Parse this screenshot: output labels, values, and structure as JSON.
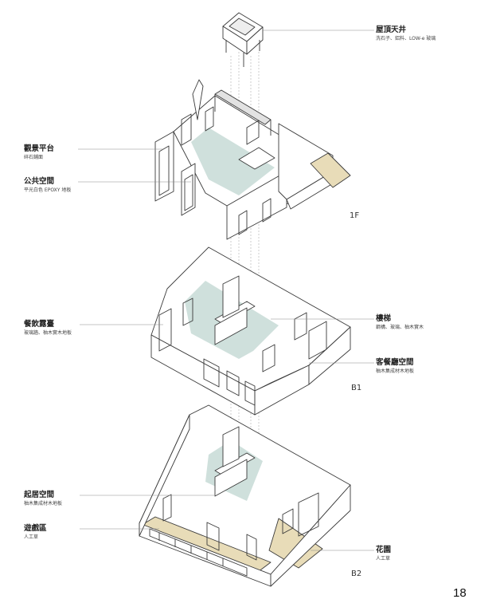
{
  "annotations": [
    {
      "id": "roof-skylight",
      "title": "屋頂天井",
      "detail": "洗石子、鋁料、LOW-e 玻璃"
    },
    {
      "id": "view-terrace",
      "title": "觀景平台",
      "detail": "碎石鋪面"
    },
    {
      "id": "public-space",
      "title": "公共空間",
      "detail": "平光白色 EPOXY 地板"
    },
    {
      "id": "dining-terrace",
      "title": "餐飲露臺",
      "detail": "玻璃牆、柚木實木地板"
    },
    {
      "id": "staircase",
      "title": "樓梯",
      "detail": "鋼構、玻璃、柚木實木"
    },
    {
      "id": "guest-dining",
      "title": "客餐廳空間",
      "detail": "柚木集成材木地板"
    },
    {
      "id": "study-space",
      "title": "起居空間",
      "detail": "柚木集成材木地板"
    },
    {
      "id": "play-area",
      "title": "遊戲區",
      "detail": "人工草"
    },
    {
      "id": "garden",
      "title": "花園",
      "detail": "人工草"
    }
  ],
  "floors": {
    "f1": "1F",
    "b1": "B1",
    "b2": "B2"
  },
  "page_number": "18",
  "colors": {
    "line": "#3a3a3a",
    "fill_green": "#cfe0dc",
    "fill_tan": "#e8dcb8",
    "leader": "#8a8a8a"
  }
}
